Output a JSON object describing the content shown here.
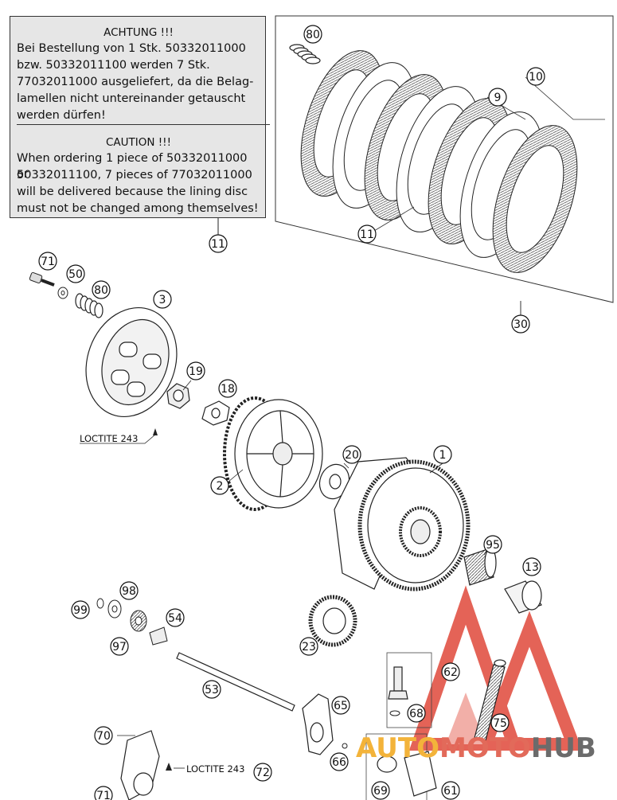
{
  "notice": {
    "de_heading": "ACHTUNG !!!",
    "de_lines": [
      "Bei Bestellung von 1 Stk. 50332011000",
      "bzw. 50332011100 werden 7 Stk.",
      "77032011000 ausgeliefert, da die Belag-",
      "lamellen nicht untereinander getauscht",
      "werden dürfen!"
    ],
    "en_heading": "CAUTION !!!",
    "en_lines": [
      "When ordering 1 piece of 50332011000 or",
      "50332011100, 7 pieces of 77032011000",
      "will be delivered because the lining disc",
      "must not be changed among themselves!"
    ]
  },
  "callouts": {
    "c80a": "80",
    "c10": "10",
    "c9": "9",
    "c11a": "11",
    "c11b": "11",
    "c30": "30",
    "c71a": "71",
    "c50": "50",
    "c80b": "80",
    "c3": "3",
    "c19": "19",
    "c18": "18",
    "c2": "2",
    "c20": "20",
    "c1": "1",
    "c95": "95",
    "c13": "13",
    "c98": "98",
    "c99": "99",
    "c54": "54",
    "c97": "97",
    "c23": "23",
    "c53": "53",
    "c62": "62",
    "c65": "65",
    "c68": "68",
    "c75": "75",
    "c70": "70",
    "c66": "66",
    "c72": "72",
    "c71b": "71",
    "c69": "69",
    "c61": "61"
  },
  "labels": {
    "loctite_a": "LOCTITE 243",
    "loctite_b": "LOCTITE 243"
  },
  "watermark": {
    "part1": "AUTO",
    "part2": "MOTO",
    "part3": "HUB"
  },
  "colors": {
    "watermark_red": "#e0483a",
    "notice_bg": "#e6e6e6"
  }
}
